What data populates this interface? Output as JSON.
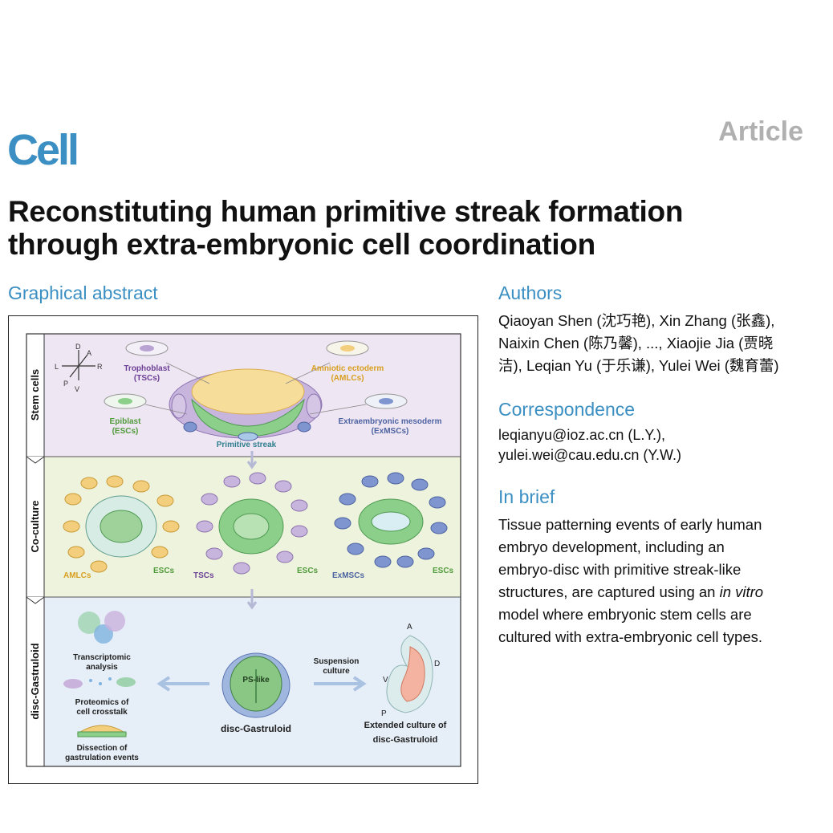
{
  "journal": "Cell",
  "article_type": "Article",
  "title": {
    "line1": "Reconstituting human primitive streak formation",
    "line2": "through extra-embryonic cell coordination"
  },
  "graphical_abstract": {
    "heading": "Graphical abstract",
    "axes": {
      "d": "D",
      "a": "A",
      "l": "L",
      "r": "R",
      "p": "P",
      "v": "V"
    },
    "panels": {
      "stem": {
        "label": "Stem cells",
        "trophoblast": "Trophoblast",
        "tscs": "(TSCs)",
        "amniotic": "Amniotic ectoderm",
        "amlcs": "(AMLCs)",
        "epiblast": "Epiblast",
        "escs": "(ESCs)",
        "extraemb": "Extraembryonic mesoderm",
        "exmscs": "(ExMSCs)",
        "primitive_streak": "Primitive streak"
      },
      "coculture": {
        "label": "Co-culture",
        "amlcs": "AMLCs",
        "escs1": "ESCs",
        "tscs": "TSCs",
        "escs2": "ESCs",
        "exmscs": "ExMSCs",
        "escs3": "ESCs"
      },
      "gastruloid": {
        "label": "disc-Gastruloid",
        "transcriptomic1": "Transcriptomic",
        "transcriptomic2": "analysis",
        "proteomics1": "Proteomics of",
        "proteomics2": "cell crosstalk",
        "dissection1": "Dissection of",
        "dissection2": "gastrulation events",
        "ps_like": "PS-like",
        "disc": "disc-Gastruloid",
        "suspension1": "Suspension",
        "suspension2": "culture",
        "embryo_a": "A",
        "embryo_d": "D",
        "embryo_v": "V",
        "embryo_p": "P",
        "extended1": "Extended culture of",
        "extended2": "disc-Gastruloid"
      }
    },
    "colors": {
      "stem_bg": "#efe6f3",
      "coculture_bg": "#eef3dd",
      "gastruloid_bg": "#e6eef7",
      "tsc_purple": "#b9a3d3",
      "aml_yellow": "#f3cf7d",
      "esc_green": "#8ccf8a",
      "exm_blue": "#7f95cf",
      "accent": "#3b8fc2"
    }
  },
  "authors": {
    "heading": "Authors",
    "lines": [
      "Qiaoyan Shen (沈巧艳), Xin Zhang (张鑫),",
      "Naixin Chen (陈乃馨), ..., Xiaojie Jia (贾晓",
      "洁), Leqian Yu (于乐谦), Yulei Wei (魏育蕾)"
    ]
  },
  "correspondence": {
    "heading": "Correspondence",
    "lines": [
      "leqianyu@ioz.ac.cn (L.Y.),",
      "yulei.wei@cau.edu.cn (Y.W.)"
    ]
  },
  "in_brief": {
    "heading": "In brief",
    "line1": "Tissue patterning events of early human",
    "line2": "embryo development, including an",
    "line3": "embryo-disc with primitive streak-like",
    "line4_pre": "structures, are captured using an ",
    "line4_italic": "in vitro",
    "line5": "model where embryonic stem cells are",
    "line6": "cultured with extra-embryonic cell types."
  }
}
